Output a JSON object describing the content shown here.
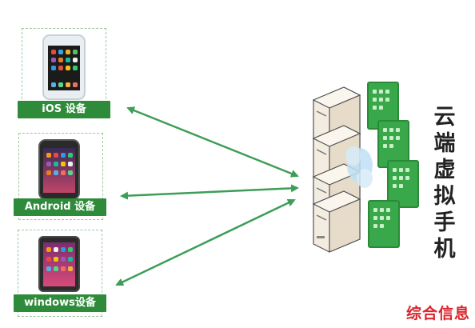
{
  "devices": [
    {
      "label": "iOS 设备",
      "icon": "iphone-icon"
    },
    {
      "label": "Android 设备",
      "icon": "android-phone-icon"
    },
    {
      "label": "windows设备",
      "icon": "windows-tablet-icon"
    }
  ],
  "cloud": {
    "title_chars": [
      "云",
      "端",
      "虚",
      "拟",
      "手",
      "机"
    ],
    "server_icon": "server-rack-icon",
    "cloud_icon": "cloud-icon",
    "vm_icon": "virtual-phone-icon"
  },
  "watermark": "综合信息",
  "colors": {
    "accent_green": "#2e8b3a",
    "arrow_green": "#3d9e57",
    "watermark_red": "#d9262c"
  }
}
